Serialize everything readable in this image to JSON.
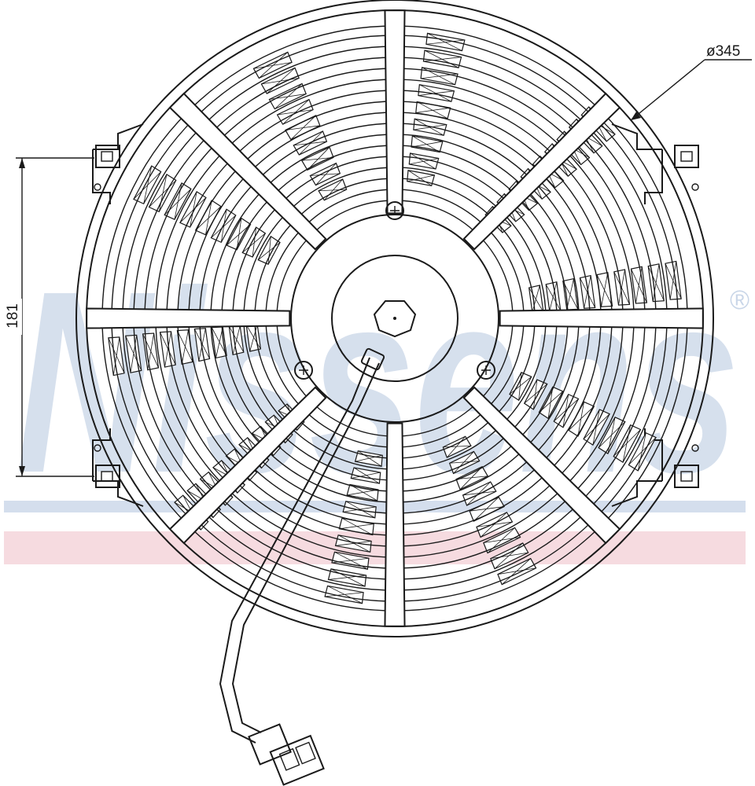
{
  "drawing": {
    "dimension_diameter": "ø345",
    "dimension_height": "181",
    "blade_count": 10,
    "strut_count": 8
  },
  "watermark": {
    "text": "Nissens",
    "registered_mark": "®",
    "color_blue": "#c9d6e8",
    "color_red": "#f3cfd6"
  },
  "colors": {
    "line": "#1a1a1a",
    "background": "#ffffff"
  }
}
